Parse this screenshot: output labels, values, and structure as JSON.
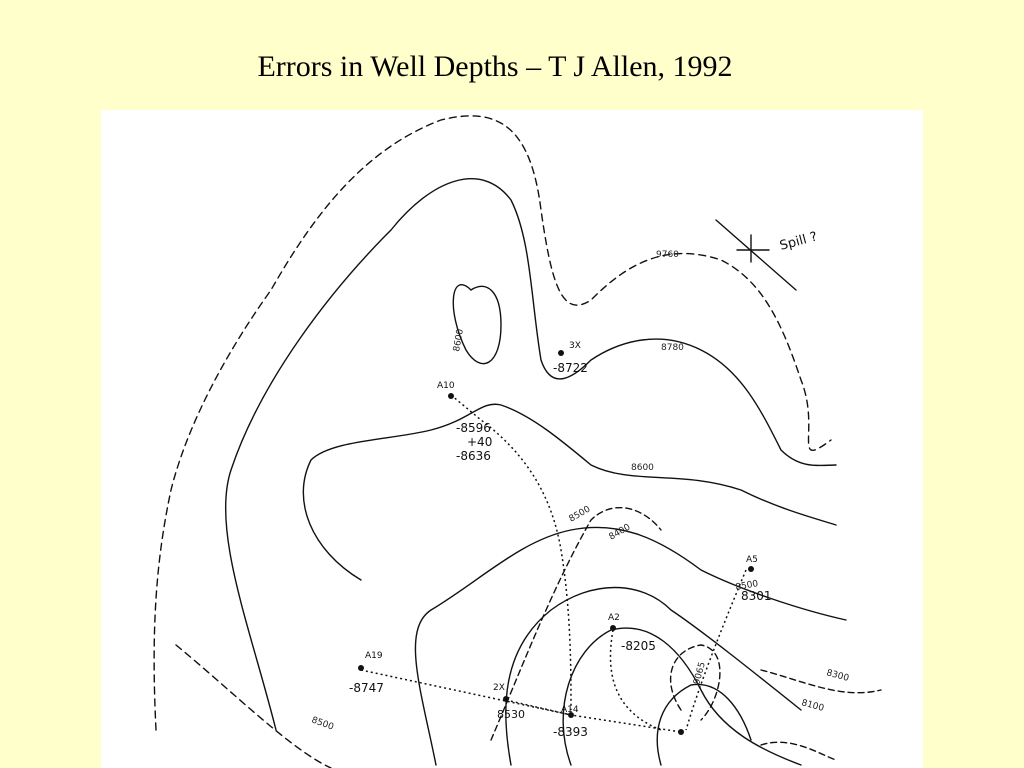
{
  "title": "Errors in Well Depths – T J Allen, 1992",
  "map": {
    "spill_label": "Spill ?",
    "contour_labels": [
      "9760",
      "8780",
      "8600",
      "8600",
      "8500",
      "8400",
      "8500",
      "8300",
      "8100",
      "8500",
      "9065"
    ],
    "wells": [
      {
        "name": "3X",
        "depth": "-8722"
      },
      {
        "name": "A10",
        "depth_lines": [
          "-8596",
          "+40",
          "-8636"
        ]
      },
      {
        "name": "A19",
        "depth": "-8747"
      },
      {
        "name": "2X",
        "depth": "8530"
      },
      {
        "name": "A14",
        "depth": "-8393"
      },
      {
        "name": "A2",
        "depth": "-8205"
      },
      {
        "name": "A5",
        "depth": "8301"
      },
      {
        "name": "",
        "depth": ""
      }
    ]
  }
}
